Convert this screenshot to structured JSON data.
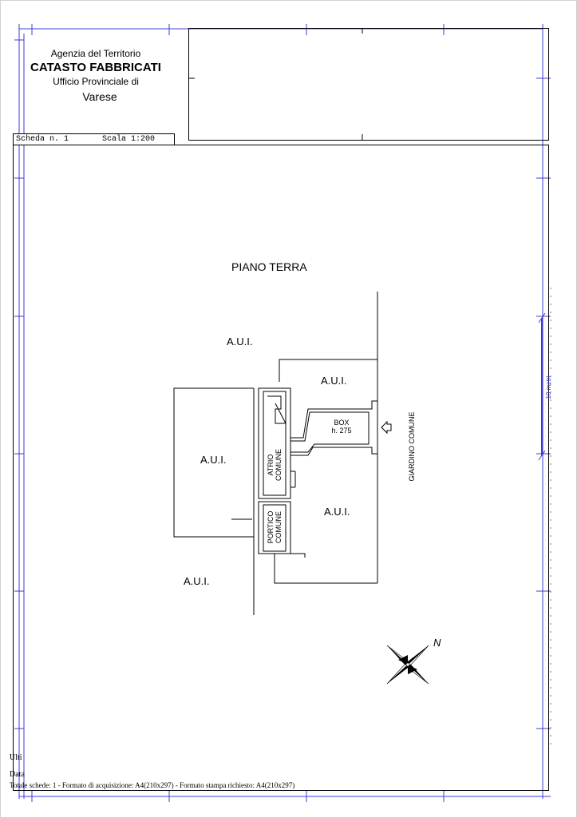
{
  "header": {
    "agency": "Agenzia del Territorio",
    "catasto": "CATASTO FABBRICATI",
    "ufficio": "Ufficio Provinciale di",
    "city": "Varese"
  },
  "scheda": {
    "number_label": "Scheda n. 1",
    "scale_label": "Scala 1:200"
  },
  "plan": {
    "floor_title": "PIANO TERRA",
    "aui_labels": [
      "A.U.I.",
      "A.U.I.",
      "A.U.I.",
      "A.U.I.",
      "A.U.I."
    ],
    "box_label": "BOX",
    "box_height": "h. 275",
    "atrio": [
      "ATRIO",
      "COMUNE"
    ],
    "portico": [
      "PORTICO",
      "COMUNE"
    ],
    "giardino": "GIARDINO COMUNE",
    "north": "N",
    "ruler_label": "10 metri"
  },
  "footer": {
    "line1": "Ulti",
    "line2": "Data",
    "line3": "Totale schede: 1 - Formato di acquisizione: A4(210x297) - Formato stampa richiesto: A4(210x297)"
  }
}
